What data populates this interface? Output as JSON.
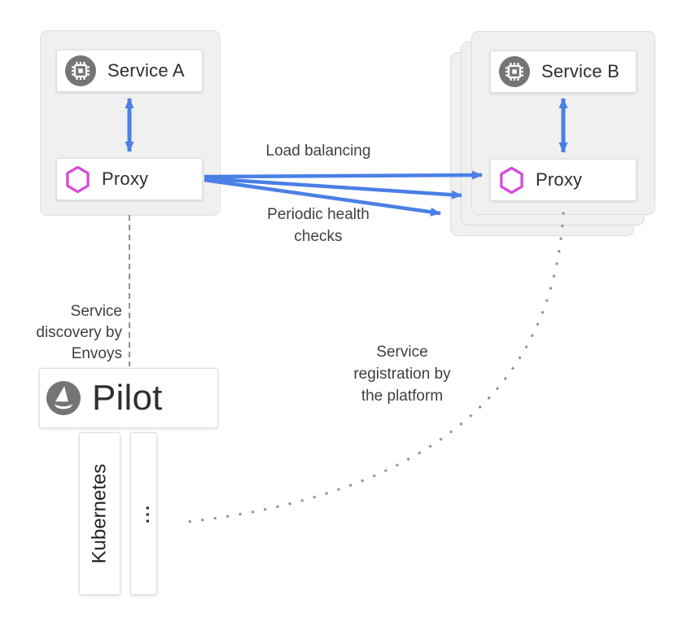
{
  "palette": {
    "arrow_blue": "#4a7fe6",
    "proxy_magenta": "#d64ad6",
    "icon_gray": "#757575",
    "panel_gray": "#f0f0f0",
    "dash_line_gray": "#8f8f8f",
    "dot_line_gray": "#949494",
    "node_text": "#2e2e2e",
    "label_text": "#3f3f3f"
  },
  "left_group": {
    "service_label": "Service A",
    "proxy_label": "Proxy"
  },
  "right_group": {
    "service_label": "Service B",
    "proxy_label": "Proxy"
  },
  "pilot": {
    "label": "Pilot"
  },
  "platforms": {
    "kubernetes_label": "Kubernetes",
    "other_label": "..."
  },
  "edge_labels": {
    "load_balancing": "Load balancing",
    "periodic_health": [
      "Periodic health",
      "checks"
    ],
    "service_discovery": [
      "Service",
      "discovery by",
      "Envoys"
    ],
    "service_registration": [
      "Service",
      "registration by",
      "the platform"
    ]
  },
  "icons": {
    "service": "chip-icon",
    "proxy": "hexagon-icon",
    "pilot": "sailboat-icon"
  }
}
